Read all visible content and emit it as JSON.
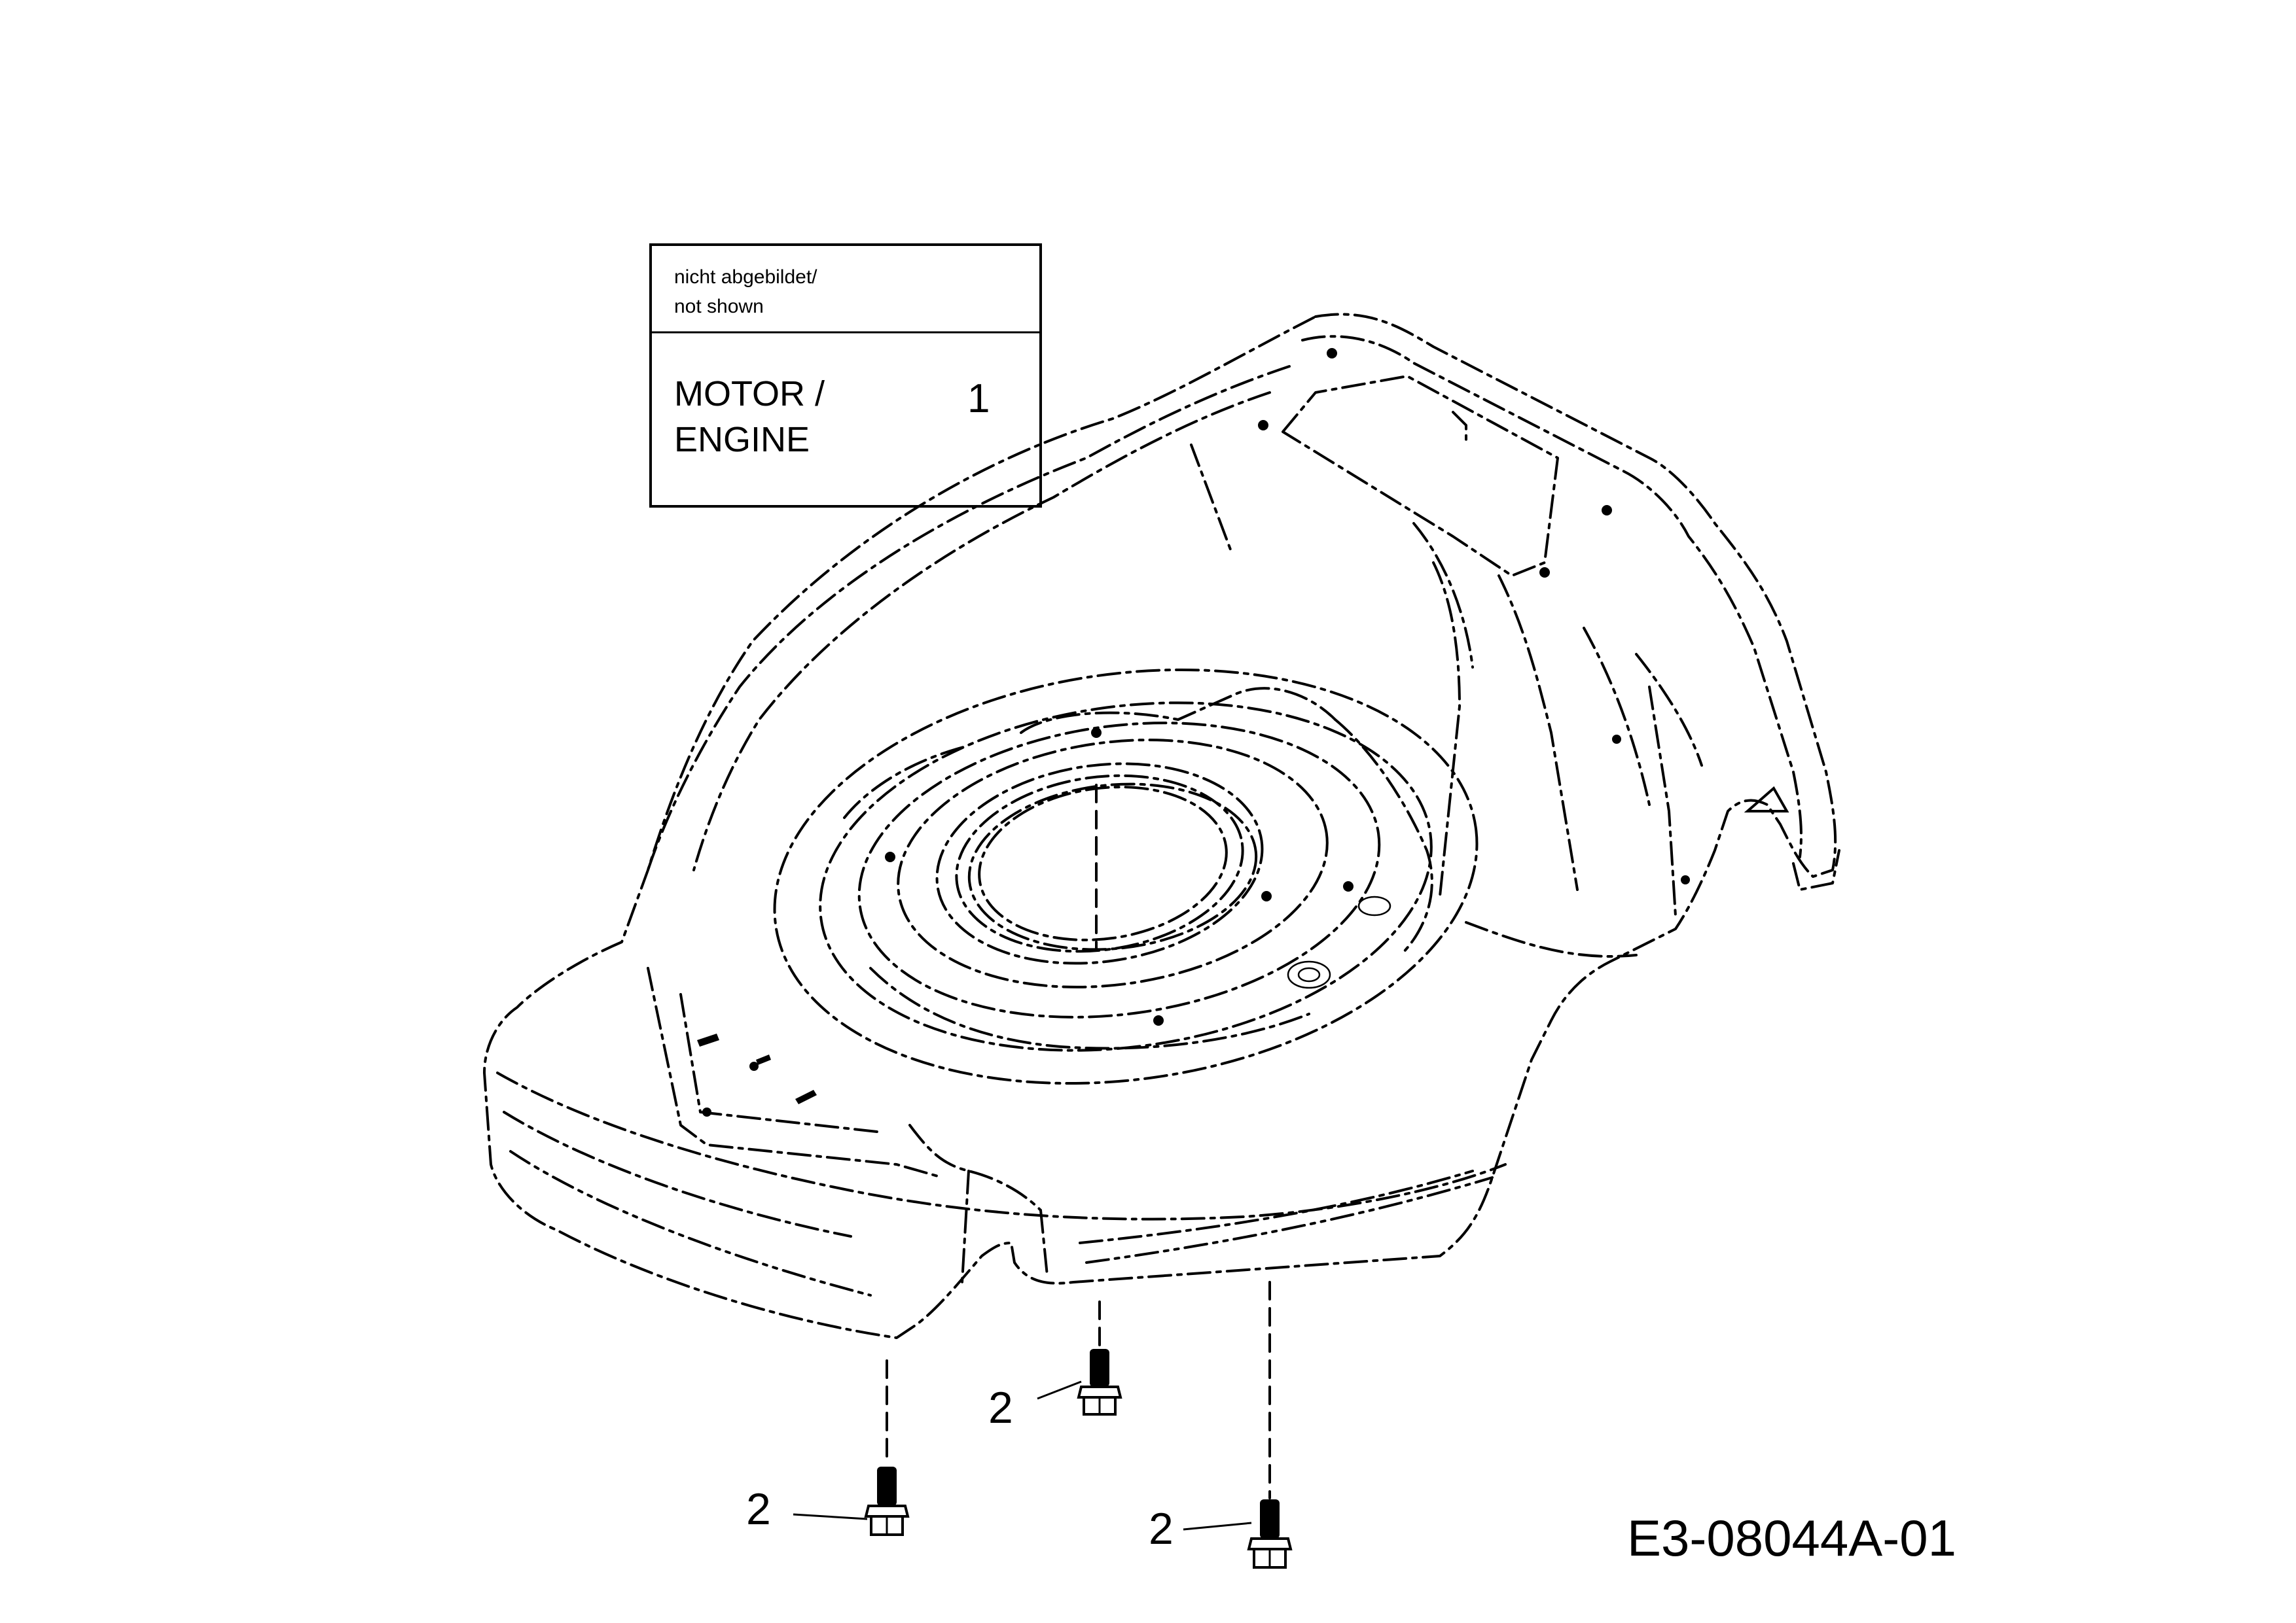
{
  "note_box": {
    "header": [
      "nicht abgebildet/",
      "not shown"
    ],
    "item_lines": [
      "MOTOR /",
      "ENGINE"
    ],
    "item_number": "1"
  },
  "callouts": [
    {
      "label": "2",
      "part": "bolt"
    },
    {
      "label": "2",
      "part": "bolt"
    },
    {
      "label": "2",
      "part": "bolt"
    }
  ],
  "drawing_number": "E3-08044A-01",
  "colors": {
    "line": "#000000",
    "background": "#ffffff"
  }
}
